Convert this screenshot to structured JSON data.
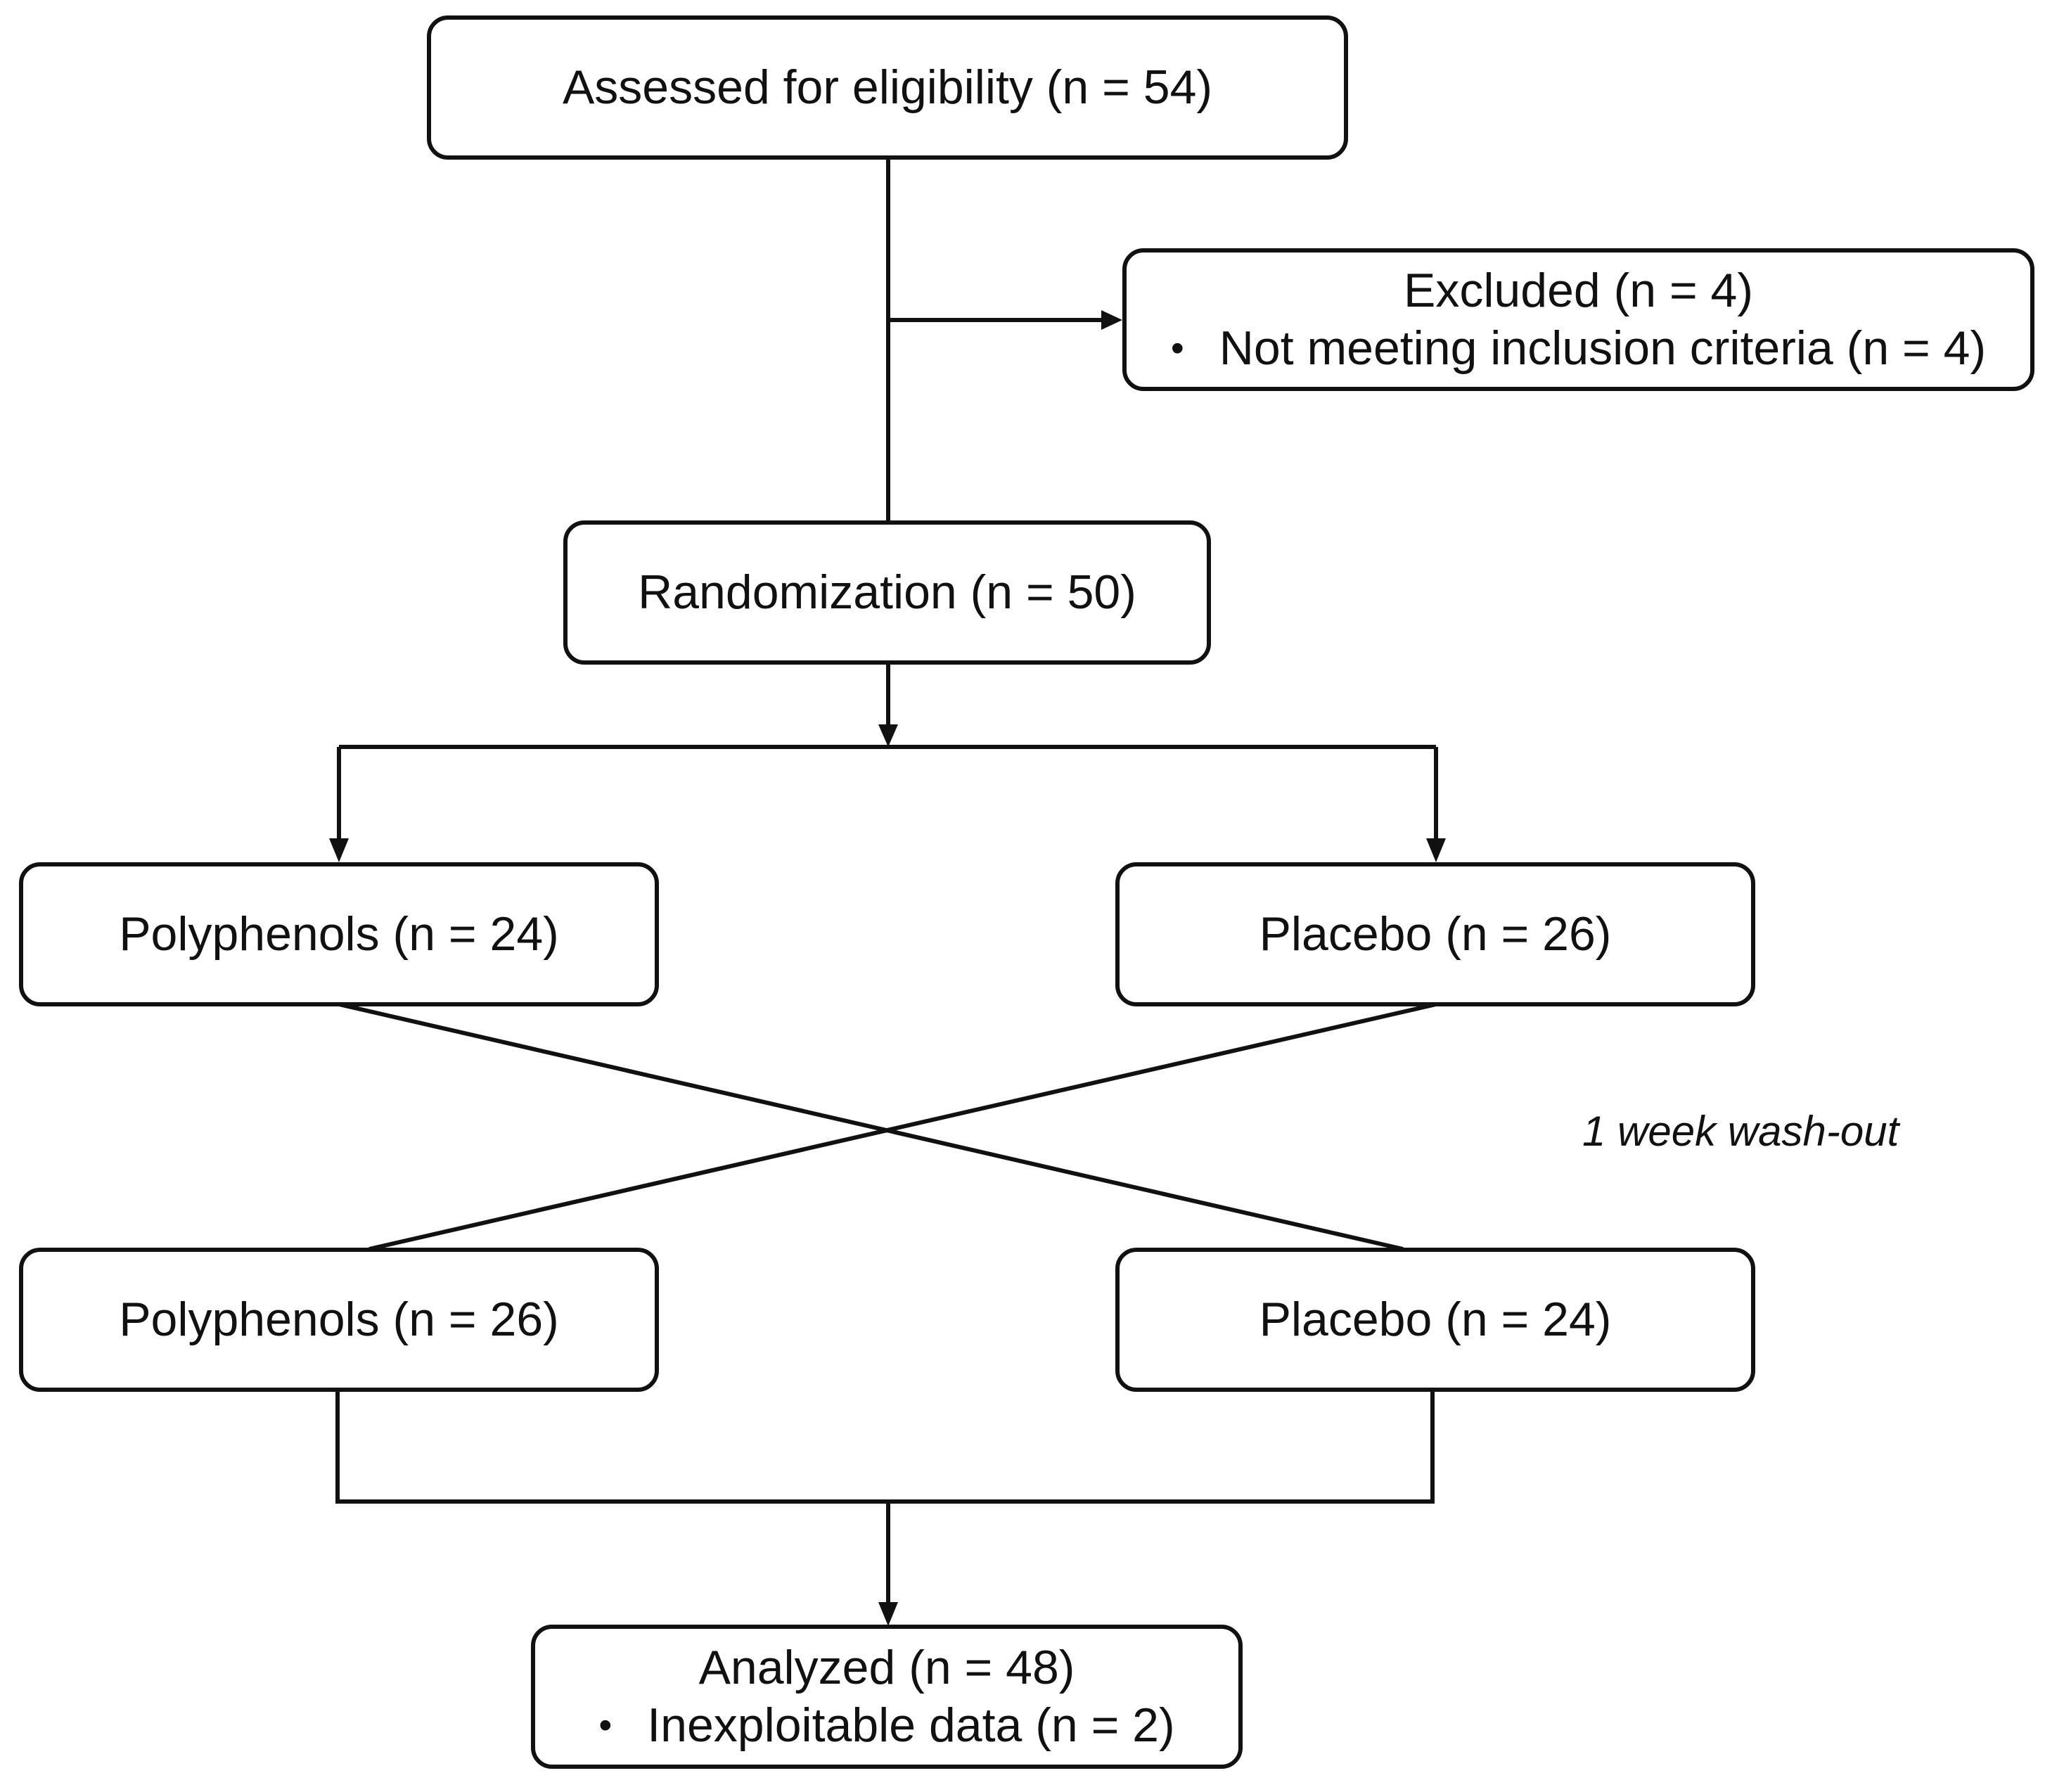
{
  "boxes": {
    "assessed": "Assessed for eligibility (n = 54)",
    "excluded": {
      "title": "Excluded (n = 4)",
      "bullet": "Not meeting inclusion criteria (n = 4)"
    },
    "randomization": "Randomization (n = 50)",
    "period1_left": "Polyphenols (n = 24)",
    "period1_right": "Placebo (n = 26)",
    "period2_left": "Polyphenols (n = 26)",
    "period2_right": "Placebo (n = 24)",
    "analyzed": {
      "title": "Analyzed (n = 48)",
      "bullet": "Inexploitable data (n = 2)"
    }
  },
  "bullet_symbol": "•",
  "washout_note": "1 week wash-out"
}
